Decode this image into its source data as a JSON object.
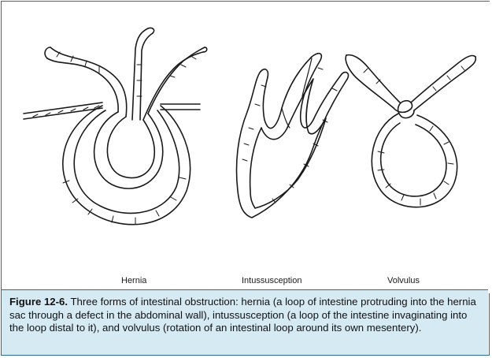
{
  "labels": {
    "hernia": "Hernia",
    "intussusception": "Intussusception",
    "volvulus": "Volvulus"
  },
  "caption": {
    "figure_label": "Figure 12-6.",
    "text": " Three forms of intestinal obstruction: hernia (a loop of intestine protruding into the hernia sac through a defect in the abdominal wall), intussusception (a loop of the intestine invaginating into the loop distal to it), and volvulus (rotation of an intestinal loop around its own mesentery)."
  },
  "colors": {
    "border": "#2b6d8a",
    "caption_bg": "#d6eaf3",
    "ink": "#1a1a1a"
  }
}
